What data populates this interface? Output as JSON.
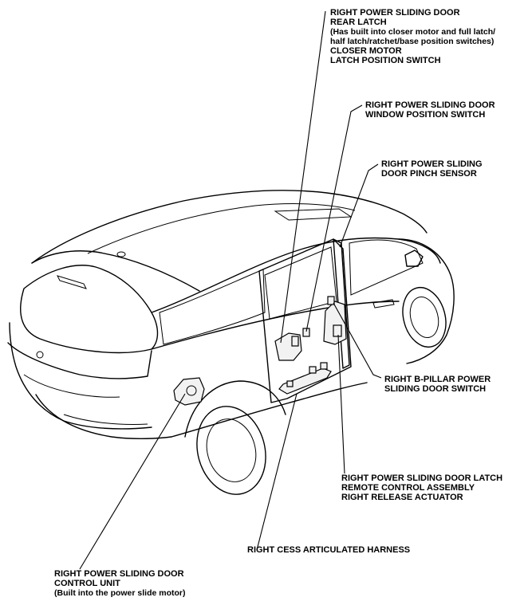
{
  "callouts": {
    "rear_latch": {
      "line1": "RIGHT POWER SLIDING DOOR",
      "line2": "REAR LATCH",
      "line3": "(Has built into closer motor and full latch/",
      "line4": "half latch/ratchet/base position switches)",
      "line5": "CLOSER MOTOR",
      "line6": "LATCH POSITION SWITCH"
    },
    "window_switch": {
      "line1": "RIGHT POWER SLIDING DOOR",
      "line2": "WINDOW POSITION SWITCH"
    },
    "pinch_sensor": {
      "line1": "RIGHT POWER SLIDING",
      "line2": "DOOR PINCH SENSOR"
    },
    "bpillar_switch": {
      "line1": "RIGHT B-PILLAR POWER",
      "line2": "SLIDING DOOR SWITCH"
    },
    "latch_remote": {
      "line1": "RIGHT POWER SLIDING DOOR LATCH",
      "line2": "REMOTE CONTROL ASSEMBLY",
      "line3": "RIGHT RELEASE ACTUATOR"
    },
    "cess_harness": {
      "line1": "RIGHT CESS ARTICULATED HARNESS"
    },
    "control_unit": {
      "line1": "RIGHT POWER SLIDING DOOR",
      "line2": "CONTROL UNIT",
      "line3": "(Built into the power slide motor)"
    }
  }
}
